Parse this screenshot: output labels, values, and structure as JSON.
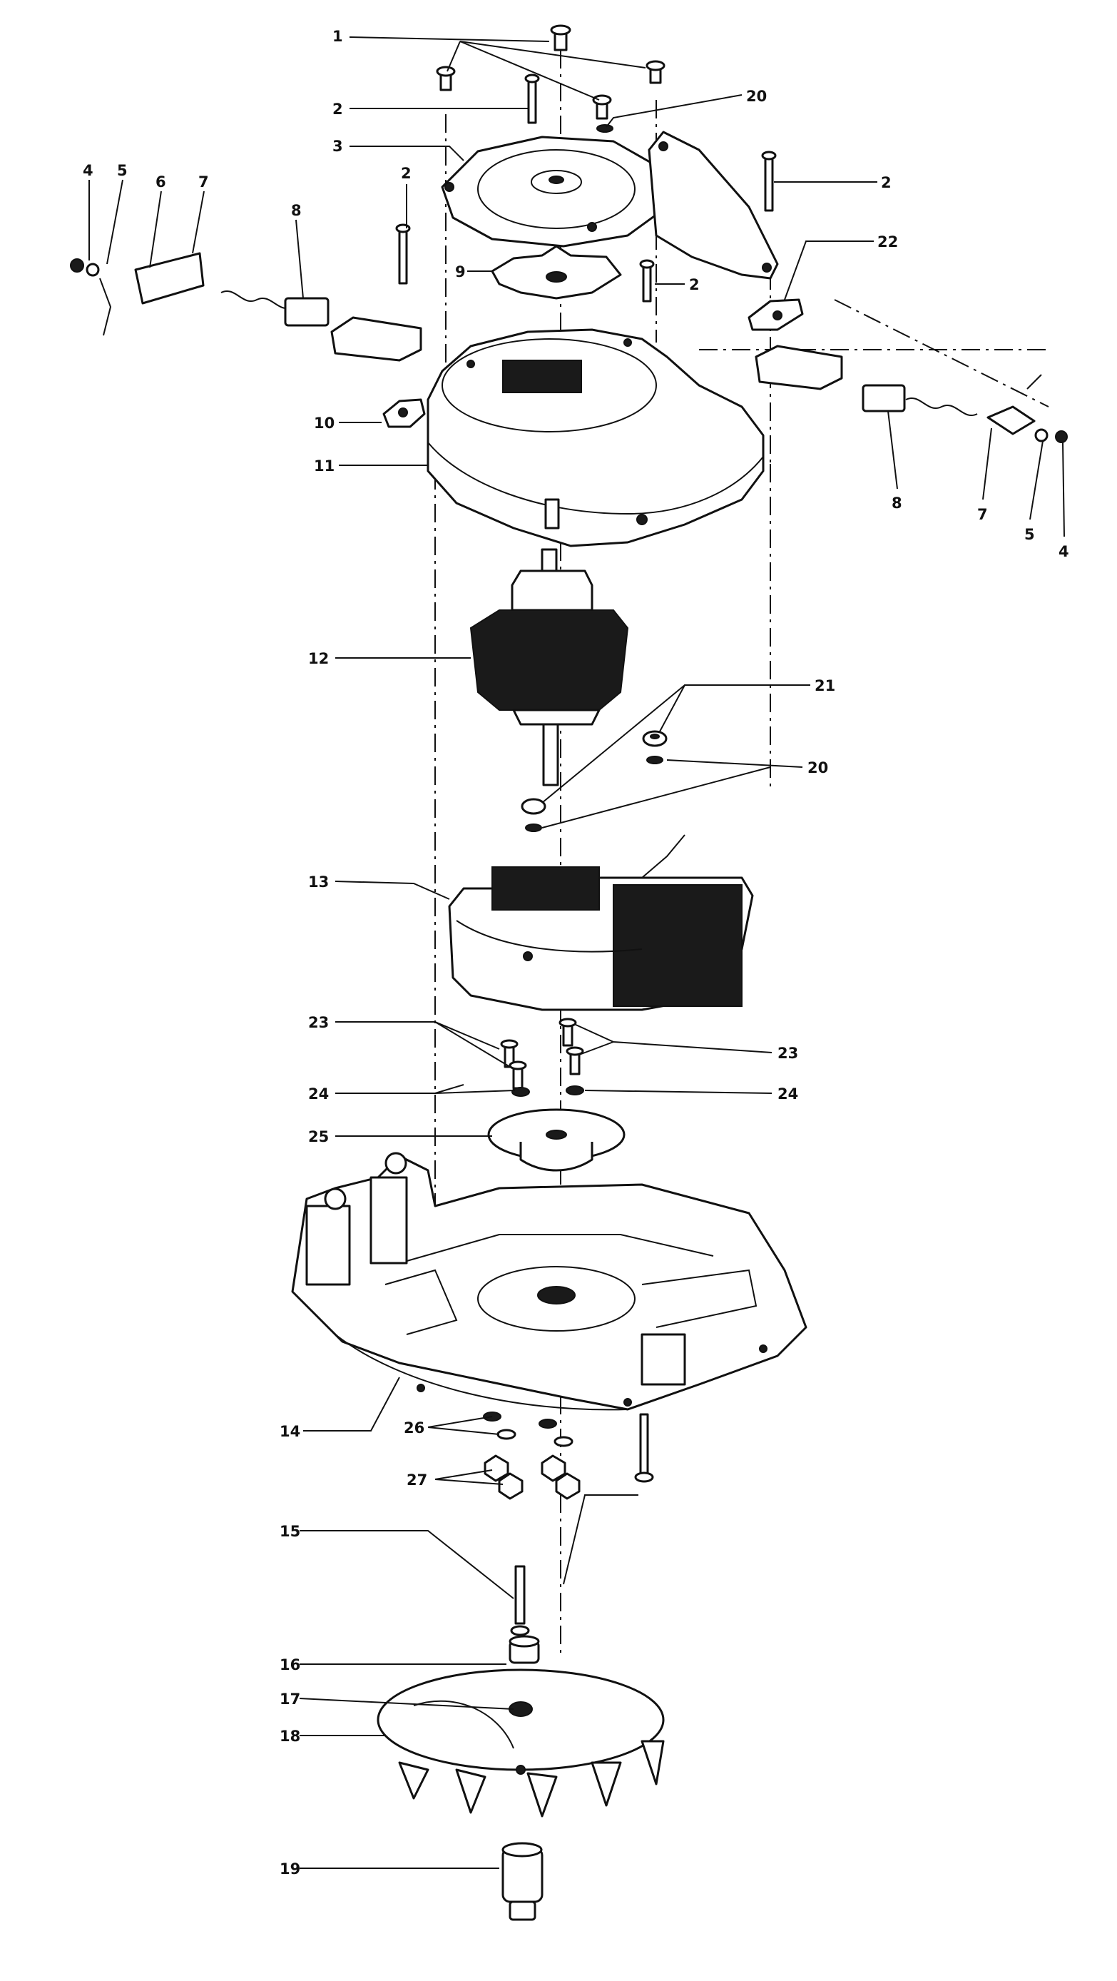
{
  "diagram": {
    "callout_numbers": {
      "n1": "1",
      "n2": "2",
      "n3": "3",
      "n4": "4",
      "n5": "5",
      "n6": "6",
      "n7": "7",
      "n8": "8",
      "n9": "9",
      "n10": "10",
      "n11": "11",
      "n12": "12",
      "n13": "13",
      "n14": "14",
      "n15": "15",
      "n16": "16",
      "n17": "17",
      "n18": "18",
      "n19": "19",
      "n20": "20",
      "n21": "21",
      "n22": "22",
      "n23": "23",
      "n24": "24",
      "n25": "25",
      "n26": "26",
      "n27": "27"
    },
    "colors": {
      "ink": "#111111",
      "background": "#ffffff"
    }
  }
}
